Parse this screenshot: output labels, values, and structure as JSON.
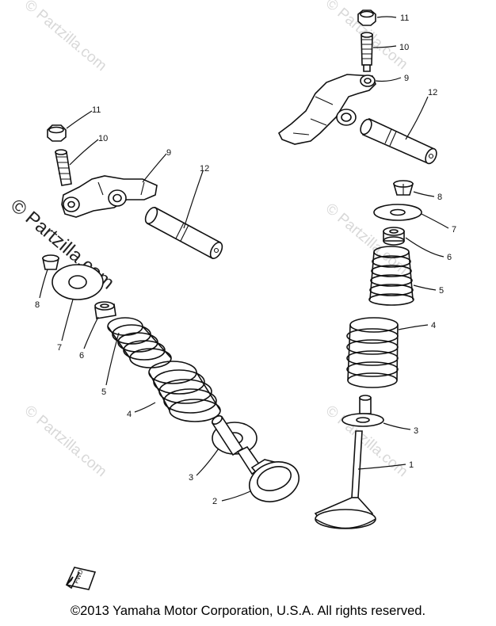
{
  "watermark": {
    "small": "© Partzilla.com",
    "large": "© Partzilla.com"
  },
  "copyright": "©2013 Yamaha Motor Corporation, U.S.A. All rights reserved.",
  "direction_tag": "FWD",
  "callouts": {
    "right_nut": "11",
    "right_adjuster": "10",
    "right_rocker_arm": "9",
    "right_rocker_shaft": "12",
    "right_cotter": "8",
    "right_retainer": "7",
    "right_seat": "6",
    "right_inner_spring": "5",
    "right_outer_spring": "4",
    "right_seal": "3",
    "right_valve": "1",
    "left_nut": "11",
    "left_adjuster": "10",
    "left_rocker_arm": "9",
    "left_rocker_shaft": "12",
    "left_cotter": "8",
    "left_retainer": "7",
    "left_seat": "6",
    "left_inner_spring": "5",
    "left_outer_spring": "4",
    "left_seal": "3",
    "left_valve": "2"
  },
  "colors": {
    "ink": "#111111",
    "watermark": "#d8d8d8",
    "background": "#ffffff"
  }
}
